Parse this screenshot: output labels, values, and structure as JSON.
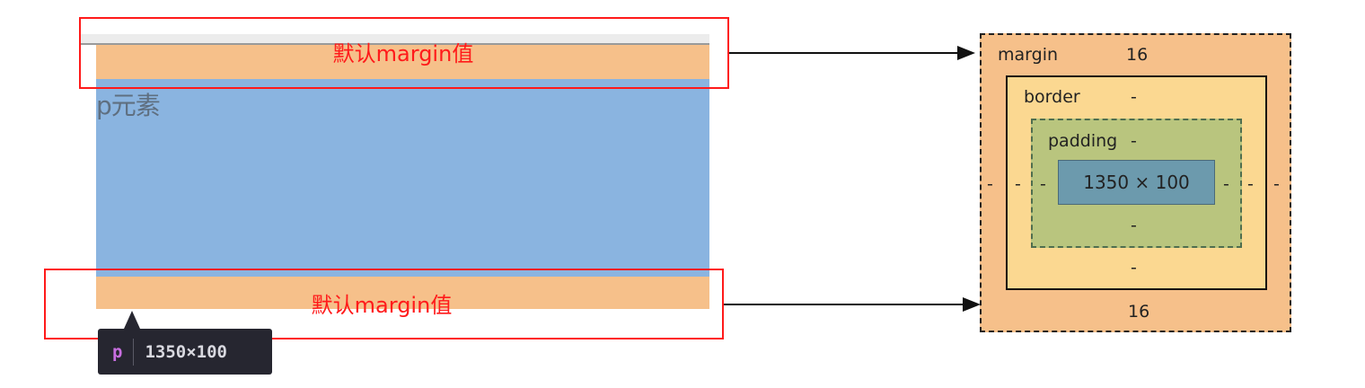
{
  "page": {
    "element_label": "p元素"
  },
  "annotations": {
    "top": "默认margin值",
    "bottom": "默认margin值"
  },
  "tooltip": {
    "tag": "p",
    "size": "1350×100"
  },
  "box_model": {
    "margin_label": "margin",
    "margin_top": "16",
    "margin_bottom": "16",
    "margin_left": "-",
    "margin_right": "-",
    "border_label": "border",
    "border_top": "-",
    "border_bottom": "-",
    "border_left": "-",
    "border_right": "-",
    "padding_label": "padding",
    "padding_top": "-",
    "padding_bottom": "-",
    "padding_left": "-",
    "padding_right": "-",
    "content_size": "1350 × 100"
  },
  "colors": {
    "margin": "#f6c08a",
    "border": "#fbd891",
    "padding": "#b9c57e",
    "content": "#8ab4e0",
    "content_box_model": "#6c9aad",
    "annotation": "#ff1a1a",
    "tooltip_bg": "#262630",
    "tooltip_tag": "#c86ee0"
  }
}
